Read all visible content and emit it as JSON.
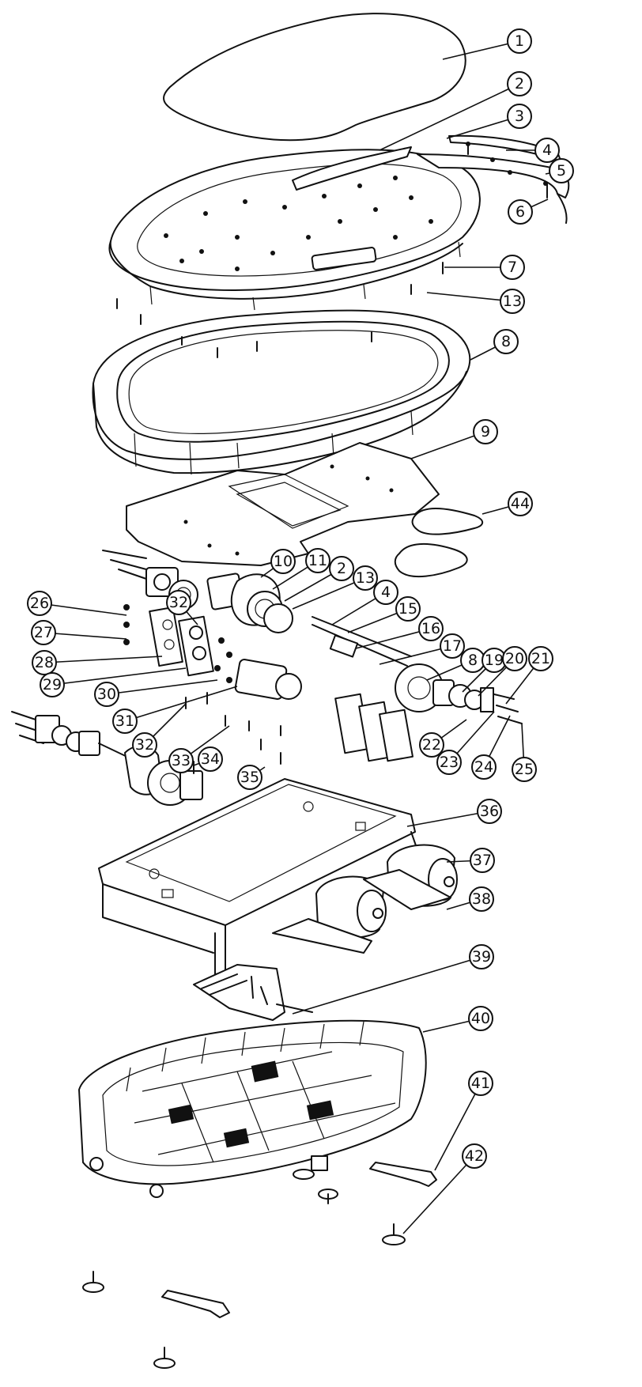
{
  "diagram": {
    "callouts": [
      {
        "label": "1"
      },
      {
        "label": "2"
      },
      {
        "label": "3"
      },
      {
        "label": "4"
      },
      {
        "label": "5"
      },
      {
        "label": "6"
      },
      {
        "label": "7"
      },
      {
        "label": "13"
      },
      {
        "label": "8"
      },
      {
        "label": "9"
      },
      {
        "label": "44"
      },
      {
        "label": "10"
      },
      {
        "label": "11"
      },
      {
        "label": "2"
      },
      {
        "label": "13"
      },
      {
        "label": "4"
      },
      {
        "label": "15"
      },
      {
        "label": "16"
      },
      {
        "label": "17"
      },
      {
        "label": "8"
      },
      {
        "label": "19"
      },
      {
        "label": "20"
      },
      {
        "label": "21"
      },
      {
        "label": "26"
      },
      {
        "label": "32"
      },
      {
        "label": "27"
      },
      {
        "label": "28"
      },
      {
        "label": "29"
      },
      {
        "label": "30"
      },
      {
        "label": "31"
      },
      {
        "label": "32"
      },
      {
        "label": "33"
      },
      {
        "label": "22"
      },
      {
        "label": "23"
      },
      {
        "label": "24"
      },
      {
        "label": "25"
      },
      {
        "label": "34"
      },
      {
        "label": "35"
      },
      {
        "label": "36"
      },
      {
        "label": "37"
      },
      {
        "label": "38"
      },
      {
        "label": "39"
      },
      {
        "label": "40"
      },
      {
        "label": "41"
      },
      {
        "label": "42"
      }
    ]
  }
}
